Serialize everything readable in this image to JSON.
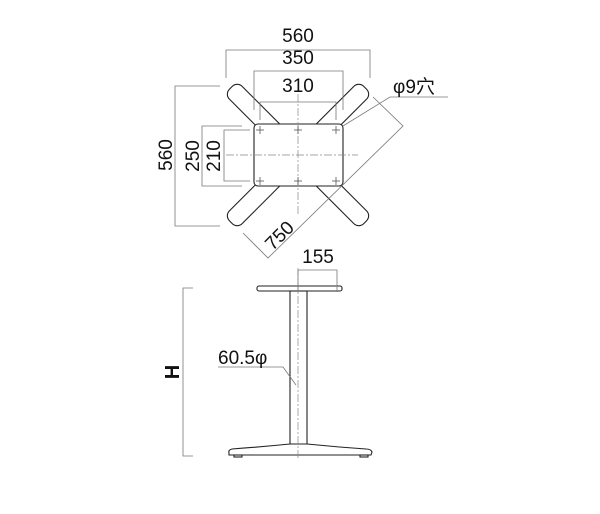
{
  "drawing": {
    "top_view": {
      "overall_width": "560",
      "mid_width": "350",
      "hole_pitch_width": "310",
      "overall_depth": "560",
      "plate_depth": "250",
      "hole_pitch_depth": "210",
      "diagonal": "750",
      "hole_label": "φ9穴"
    },
    "side_view": {
      "top_dim": "155",
      "column_dia": "60.5φ",
      "height_label": "H"
    }
  }
}
